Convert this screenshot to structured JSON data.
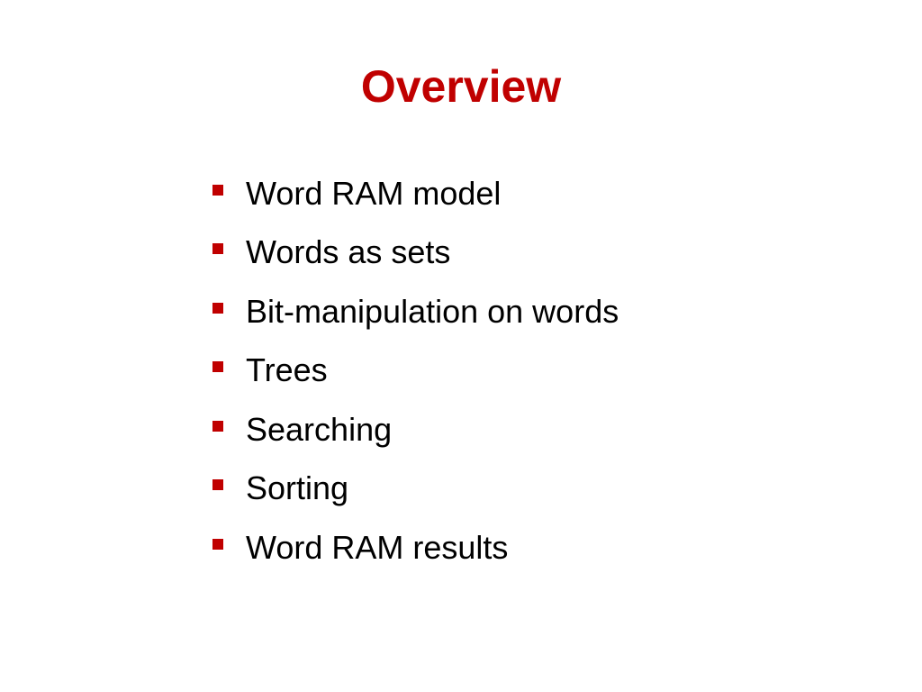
{
  "slide": {
    "title": "Overview",
    "title_color": "#C00000",
    "bullet_color": "#C00000",
    "bullet_icon": "square-bullet-icon",
    "bullets": [
      "Word RAM model",
      "Words as sets",
      "Bit-manipulation on words",
      "Trees",
      "Searching",
      "Sorting",
      "Word RAM results"
    ]
  }
}
